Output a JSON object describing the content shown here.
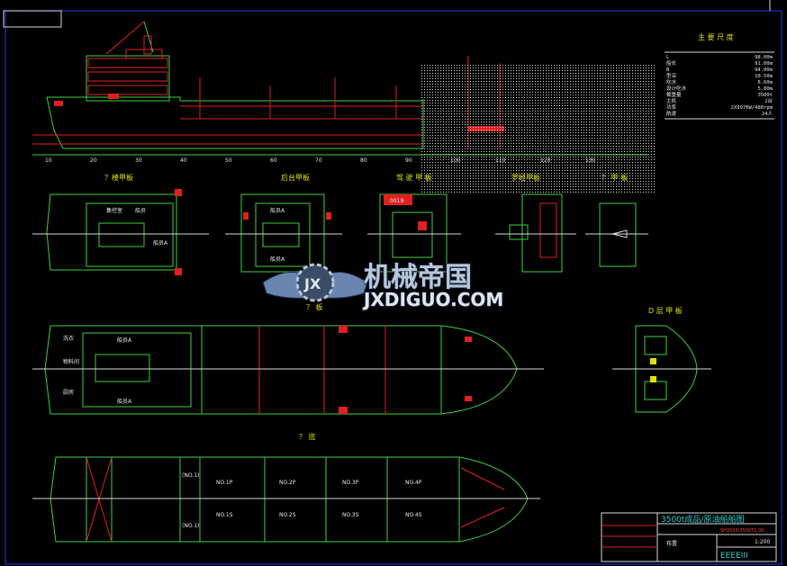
{
  "section_labels": {
    "top_deck": "？楼甲板",
    "poop_deck": "后台甲板",
    "bridge_deck": "驾 驶 甲 板",
    "compass_deck": "罗经甲板",
    "top_deck2": "？ 甲 板",
    "main_deck": "？ 板",
    "bottom": "？ 底",
    "d_deck": "D 层 甲 板"
  },
  "specs": {
    "title": "主 要 尺 度",
    "rows": [
      {
        "label": "L",
        "value": "98.00m"
      },
      {
        "label": "船长",
        "value": "91.00m"
      },
      {
        "label": "B",
        "value": "94.00m"
      },
      {
        "label": "型深",
        "value": "10.50m"
      },
      {
        "label": "吃水",
        "value": "6.60m"
      },
      {
        "label": "设计吃水",
        "value": "5.80m"
      },
      {
        "label": "载重量",
        "value": "3500t"
      },
      {
        "label": "主机",
        "value": "2台"
      },
      {
        "label": "功率",
        "value": "2X997KW/480rpm"
      },
      {
        "label": "航速",
        "value": "24人"
      }
    ]
  },
  "title_block": {
    "project": "3500t成品/原油船船图",
    "sheet": "布置",
    "drawing_no": "SH3500-3500T1-00",
    "scale": "1:200",
    "ref": "EEEEIII"
  },
  "watermark": {
    "chinese": "机械帝国",
    "english": "JXDIGUO.COM",
    "badge": "JX"
  },
  "stamp": "0019",
  "room_labels": {
    "r1": "集控室",
    "r2": "船员",
    "r3": "洗衣",
    "r4": "船员A",
    "r5": "物料间",
    "r6": "船员A",
    "r7": "厨房",
    "r8": "船员A",
    "tank1": "NO.1P",
    "tank2": "NO.2P",
    "tank3": "NO.3P",
    "tank4": "NO.4P",
    "tank5": "NO.1S",
    "tank6": "NO.2S",
    "tank7": "NO.3S",
    "tank8": "NO.4S",
    "ballast1": "(NO.1)",
    "ballast2": "(NO.1)"
  },
  "colors": {
    "background": "#000000",
    "outline": "#3fcf3f",
    "detail": "#e02020",
    "frame": "#2030c8",
    "title_block": "#30d0d0"
  }
}
